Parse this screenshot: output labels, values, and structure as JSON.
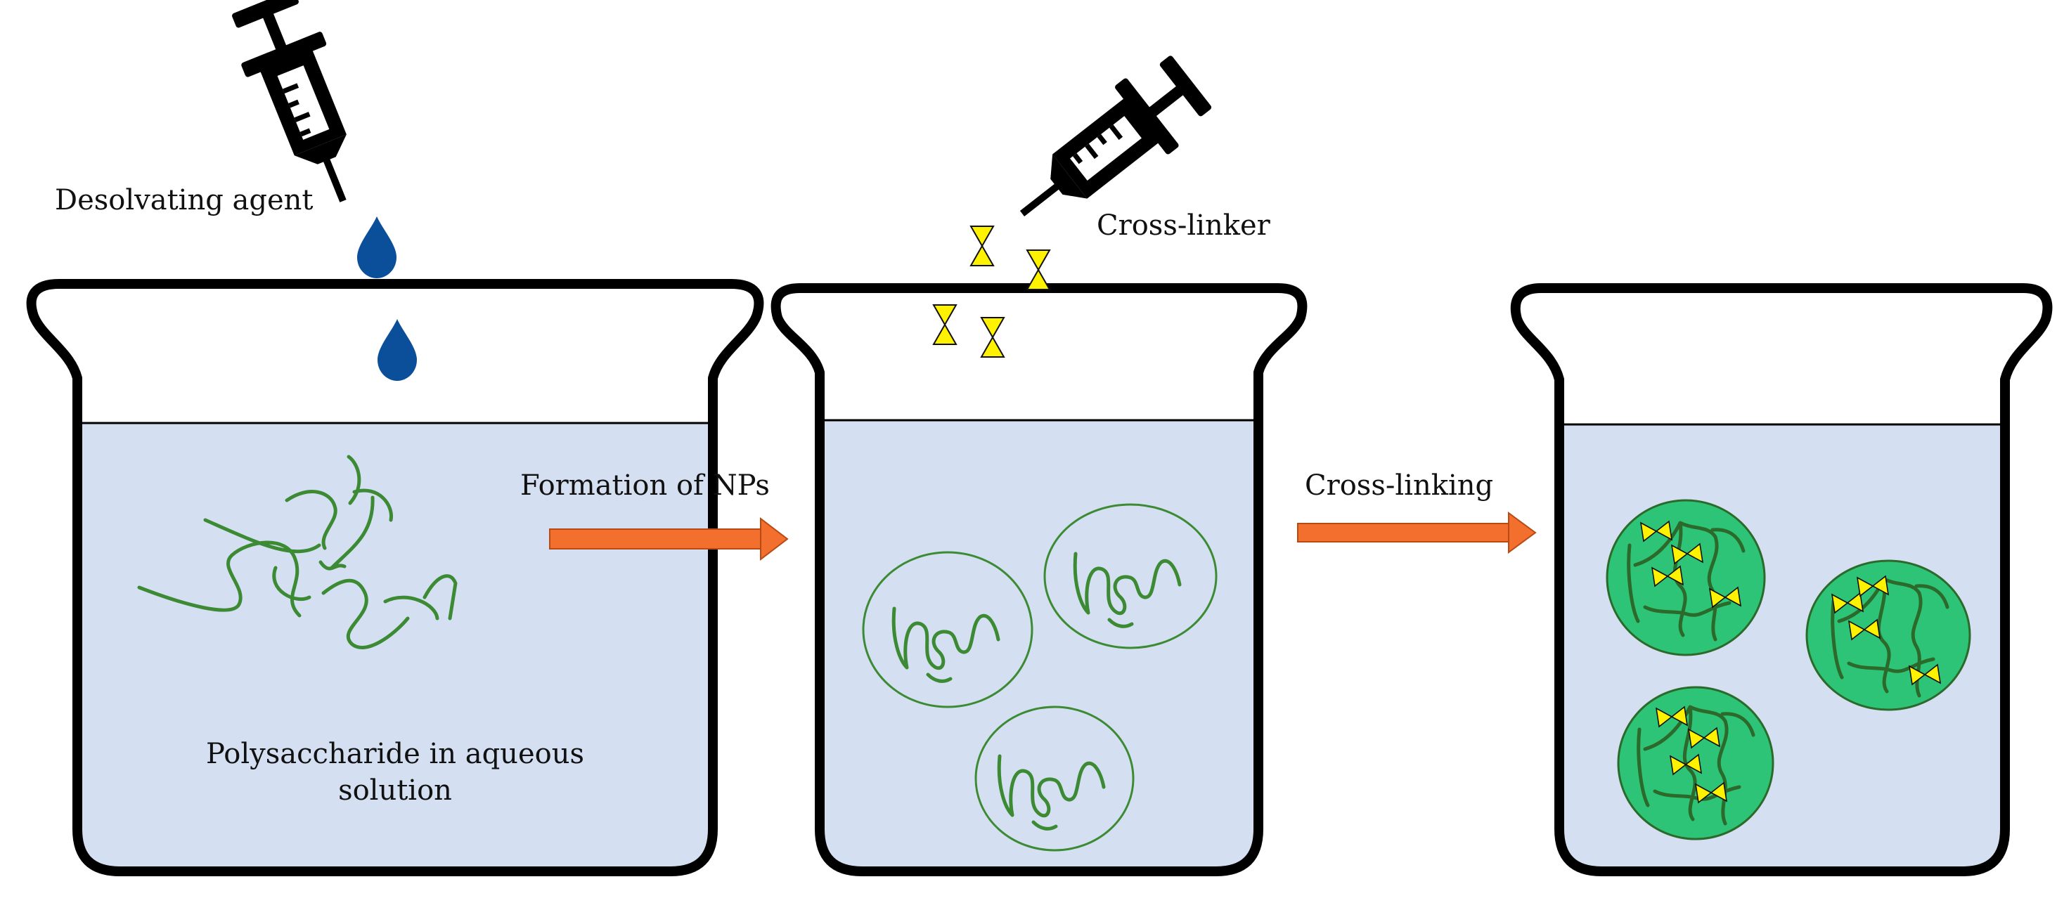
{
  "labels": {
    "desolvating_agent": "Desolvating agent",
    "cross_linker": "Cross-linker",
    "formation_of_nps": "Formation of NPs",
    "cross_linking": "Cross-linking",
    "polysaccharide_line1": "Polysaccharide in aqueous",
    "polysaccharide_line2": "solution"
  },
  "colors": {
    "solution": "#d4e0f1",
    "beaker_outline": "#000000",
    "polymer_chain": "#3d8a34",
    "nanoparticle_fill": "#2ec478",
    "arrow": "#f26f2d",
    "crosslinker": "#fff200",
    "droplet": "#0b4f9a",
    "syringe": "#000000"
  },
  "icons": {
    "syringe": "syringe-icon",
    "droplet": "water-drop-icon",
    "crosslinker": "hourglass-crosslinker-icon"
  }
}
